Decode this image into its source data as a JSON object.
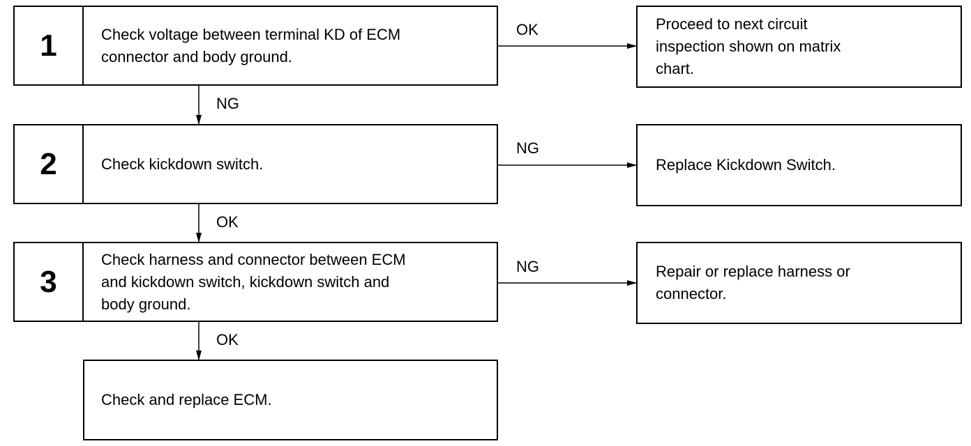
{
  "steps": [
    {
      "number": "1",
      "text": "Check voltage between terminal KD of ECM\nconnector and body ground."
    },
    {
      "number": "2",
      "text": "Check kickdown switch."
    },
    {
      "number": "3",
      "text": "Check harness and connector between ECM\nand kickdown switch, kickdown switch and\nbody ground."
    }
  ],
  "final_box": {
    "text": "Check and replace ECM."
  },
  "results": [
    {
      "text": "Proceed to next circuit\ninspection shown on matrix\nchart."
    },
    {
      "text": "Replace Kickdown Switch."
    },
    {
      "text": "Repair or replace harness or\nconnector."
    }
  ],
  "side_labels": [
    "OK",
    "NG",
    "NG"
  ],
  "down_labels": [
    "NG",
    "OK",
    "OK"
  ]
}
